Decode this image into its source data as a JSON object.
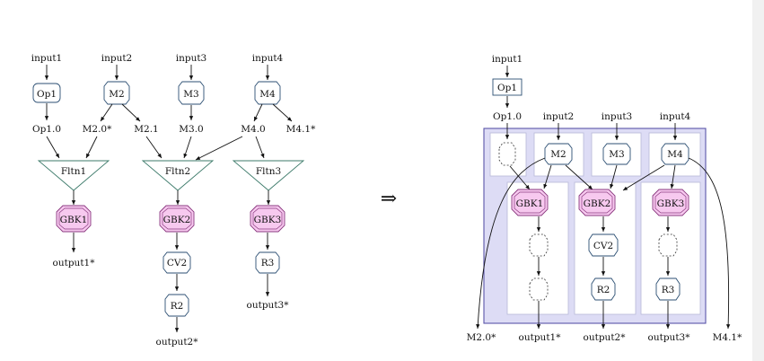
{
  "left": {
    "inputs": [
      "input1",
      "input2",
      "input3",
      "input4"
    ],
    "ops": {
      "op1": "Op1",
      "m2": "M2",
      "m3": "M3",
      "m4": "M4"
    },
    "edges_labels": [
      "Op1.0",
      "M2.0*",
      "M2.1",
      "M3.0",
      "M4.0",
      "M4.1*"
    ],
    "flattens": [
      "Fltn1",
      "Fltn2",
      "Fltn3"
    ],
    "gbks": [
      "GBK1",
      "GBK2",
      "GBK3"
    ],
    "outputs": {
      "output1": "output1*",
      "cv2": "CV2",
      "r2": "R2",
      "output2": "output2*",
      "r3": "R3",
      "output3": "output3*"
    }
  },
  "transform_symbol": "⇒",
  "right": {
    "input1": "input1",
    "op1": "Op1",
    "op1_out": "Op1.0",
    "inputs": [
      "input2",
      "input3",
      "input4"
    ],
    "ops": {
      "m2": "M2",
      "m3": "M3",
      "m4": "M4"
    },
    "gbks": [
      "GBK1",
      "GBK2",
      "GBK3"
    ],
    "cv2": "CV2",
    "r2": "R2",
    "r3": "R3",
    "outputs": [
      "M2.0*",
      "output1*",
      "output2*",
      "output3*",
      "M4.1*"
    ]
  },
  "colors": {
    "gbk_fill": "#f7c9ef",
    "panel_bg": "#dddcf5",
    "panel_border": "#5a55a8",
    "node_border": "#2c4f73"
  }
}
